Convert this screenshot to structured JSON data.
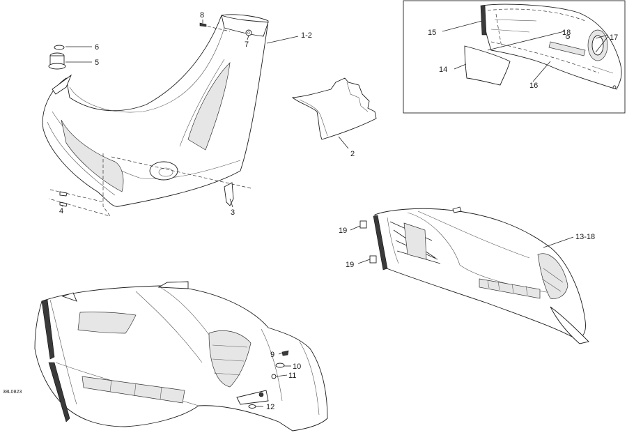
{
  "diagram_code": "38L0823",
  "callouts": {
    "c1_2": "1-2",
    "c2": "2",
    "c3": "3",
    "c4": "4",
    "c5": "5",
    "c6": "6",
    "c7": "7",
    "c8": "8",
    "c9": "9",
    "c10": "10",
    "c11": "11",
    "c12": "12",
    "c13_18": "13-18",
    "c14": "14",
    "c15": "15",
    "c16": "16",
    "c17": "17",
    "c18": "18",
    "c19a": "19",
    "c19b": "19"
  }
}
